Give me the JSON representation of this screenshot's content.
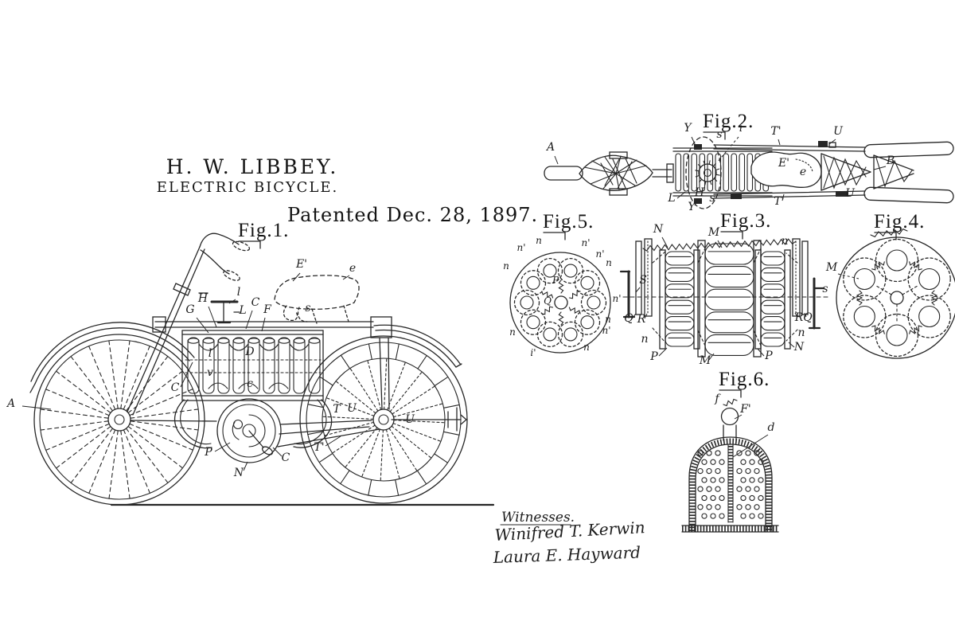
{
  "page": {
    "paper_color": "#ffffff",
    "ink_color": "#262626"
  },
  "document": {
    "inventor": "H. W. LIBBEY.",
    "title": "ELECTRIC BICYCLE.",
    "patent_date": "Patented Dec. 28, 1897.",
    "witnesses": {
      "heading": "Witnesses.",
      "signatures": [
        "Winifred T. Kerwin",
        "Laura E. Hayward"
      ]
    }
  },
  "figures": {
    "fig1": {
      "label": "Fig.1.",
      "parts": [
        "A",
        "H",
        "G",
        "l",
        "L",
        "C",
        "F",
        "E'",
        "e",
        "s",
        "D",
        "c",
        "l",
        "v",
        "C",
        "P",
        "N",
        "C",
        "T",
        "U",
        "T'",
        "U"
      ]
    },
    "fig2": {
      "label": "Fig.2.",
      "parts": [
        "A",
        "Y",
        "s",
        "i",
        "T'",
        "U",
        "B",
        "E'",
        "e",
        "L",
        "Y",
        "H",
        "s",
        "T'",
        "U"
      ]
    },
    "fig3": {
      "label": "Fig.3.",
      "parts": [
        "N",
        "M",
        "n",
        "S",
        "Q",
        "R",
        "n",
        "P",
        "M",
        "P",
        "R",
        "Q",
        "n",
        "N",
        "s"
      ]
    },
    "fig4": {
      "label": "Fig.4.",
      "parts": [
        "M"
      ]
    },
    "fig5": {
      "label": "Fig.5.",
      "parts": [
        "P",
        "Q",
        "n",
        "n'",
        "n'",
        "n'",
        "n",
        "n",
        "n'",
        "n",
        "n'",
        "n",
        "i'",
        "n"
      ]
    },
    "fig6": {
      "label": "Fig.6.",
      "parts": [
        "f",
        "F'",
        "d"
      ]
    }
  }
}
